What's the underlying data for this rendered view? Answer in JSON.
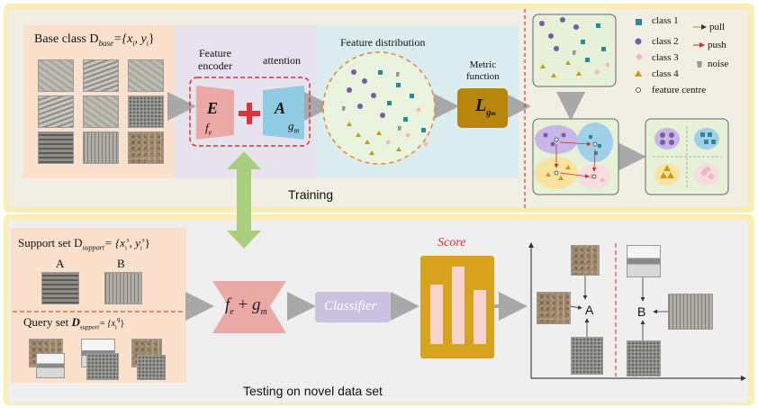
{
  "training": {
    "section_label": "Training",
    "base_class": {
      "label": "Base class D",
      "subscript": "base",
      "set": "={x",
      "set_i": "i",
      "set_mid": ", y",
      "set_end": "}"
    },
    "encoder_box": {
      "title_line1": "Feature",
      "title_line2": "encoder",
      "attention_label": "attention",
      "e_letter": "E",
      "e_sub": "f",
      "e_sub2": "e",
      "a_letter": "A",
      "a_sub": "g",
      "a_sub2": "m"
    },
    "feature_distribution": {
      "title": "Feature distribution"
    },
    "metric": {
      "title_line1": "Metric",
      "title_line2": "function",
      "letter": "L",
      "sub": "g",
      "sub2": "m"
    },
    "legend": {
      "items": [
        "class 1",
        "class 2",
        "class 3",
        "class 4",
        "feature centre"
      ],
      "pull": "pull",
      "push": "push",
      "noise": "noise"
    }
  },
  "testing": {
    "section_label": "Testing on novel data set",
    "support": {
      "label": "Support set D",
      "subscript": "support",
      "set": "= {x",
      "set_sup": "s",
      "set_sub": "i",
      "set_mid": ", y",
      "set_end": "}",
      "item_a": "A",
      "item_b": "B"
    },
    "query": {
      "label": "Query set",
      "d_letter": "D",
      "subscript": "support",
      "set": "= {x",
      "set_sup": "q",
      "set_sub": "i",
      "set_end": "}"
    },
    "encoder": {
      "fe": "f",
      "fe_sub": "e",
      "plus": "+",
      "gm": "g",
      "gm_sub": "m"
    },
    "classifier": "Classifier",
    "score": "Score",
    "result": {
      "a": "A",
      "b": "B"
    }
  },
  "colors": {
    "class1": "#2a8a9a",
    "class2": "#7a5aa8",
    "class3": "#f0b8b8",
    "class4": "#c99a12",
    "noise": "#999999",
    "accent_red": "#e0303a",
    "arrow_green": "#a9cf7c",
    "metric_box": "#b8860b",
    "score_box": "#d7a21c",
    "classifier_box": "#c9c2e0"
  }
}
